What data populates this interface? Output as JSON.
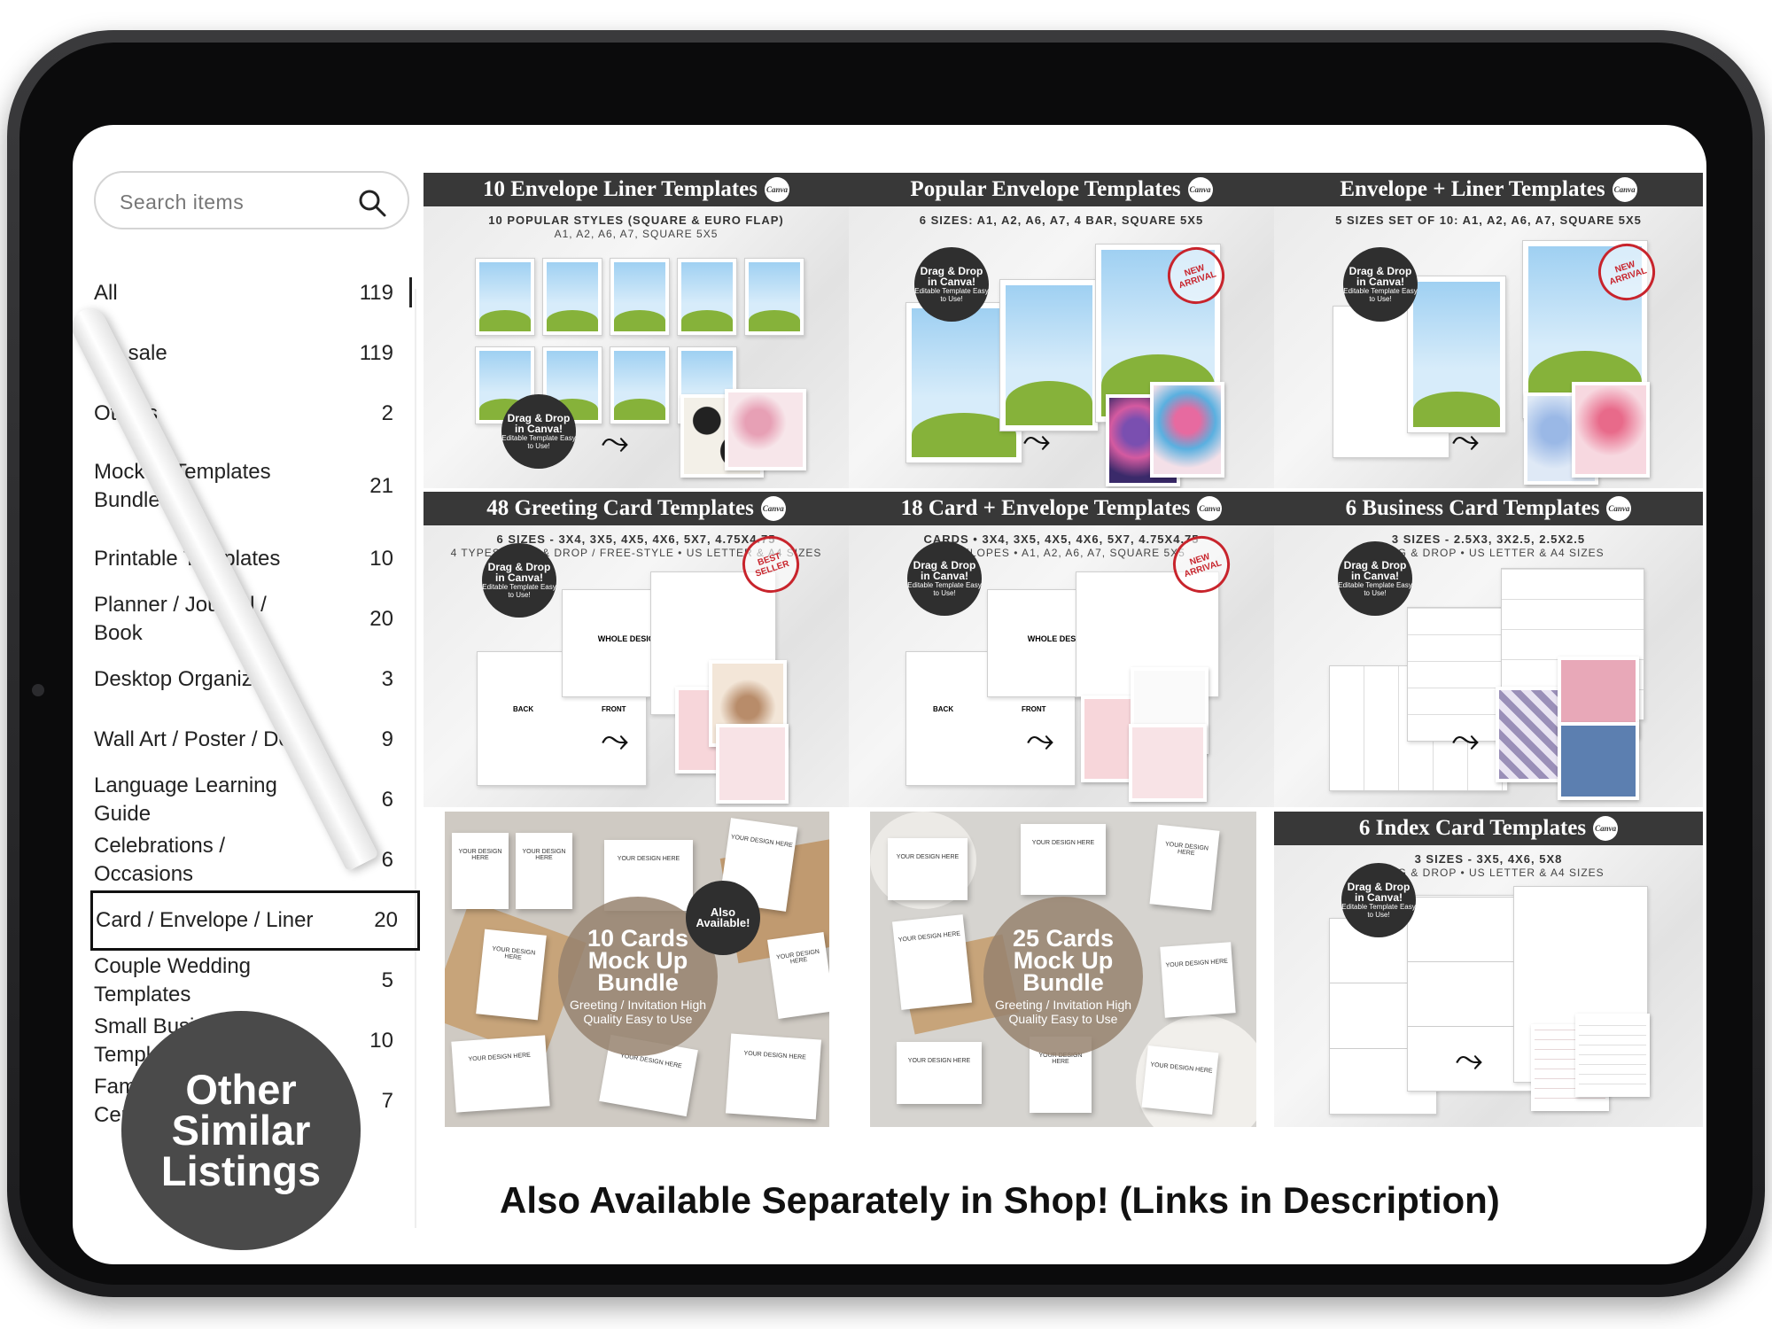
{
  "search": {
    "placeholder": "Search items"
  },
  "categories": [
    {
      "label": "All",
      "count": "119"
    },
    {
      "label": "On sale",
      "count": "119"
    },
    {
      "label": "Others",
      "count": "2"
    },
    {
      "label": "Mockup Templates\nBundles",
      "count": "21"
    },
    {
      "label": "Printable Templates",
      "count": "10"
    },
    {
      "label": "Planner / Journal / Book",
      "count": "20"
    },
    {
      "label": "Desktop Organizers",
      "count": "3"
    },
    {
      "label": "Wall Art / Poster / Deco",
      "count": "9"
    },
    {
      "label": "Language Learning Guide",
      "count": "6"
    },
    {
      "label": "Celebrations / Occasions",
      "count": "6"
    },
    {
      "label": "Card / Envelope / Liner",
      "count": "20"
    },
    {
      "label": "Couple Wedding Templates",
      "count": "5"
    },
    {
      "label": "Small Business Templates",
      "count": "10"
    },
    {
      "label": "Family Command Center",
      "count": "7"
    }
  ],
  "badge": {
    "text": "Other Similar Listings"
  },
  "canva_badge": "Canva",
  "drag_drop": {
    "title": "Drag & Drop in Canva!",
    "sub": "Editable Template Easy to Use!"
  },
  "tiles": [
    {
      "title": "10 Envelope Liner Templates",
      "sub1": "10 POPULAR STYLES (SQUARE & EURO FLAP)",
      "sub2": "A1, A2, A6, A7, SQUARE 5X5"
    },
    {
      "title": "Popular Envelope Templates",
      "sub1": "6 SIZES: A1, A2, A6, A7, 4 BAR, SQUARE 5X5",
      "sub2": ""
    },
    {
      "title": "Envelope + Liner Templates",
      "sub1": "5 SIZES SET OF 10: A1, A2, A6, A7, SQUARE 5X5",
      "sub2": ""
    },
    {
      "title": "48 Greeting Card Templates",
      "sub1": "6 SIZES - 3X4, 3X5, 4X5, 4X6, 5X7, 4.75X4.75",
      "sub2": "4 TYPES DRAG & DROP / FREE-STYLE • US LETTER & A4 SIZES"
    },
    {
      "title": "18 Card + Envelope Templates",
      "sub1": "CARDS • 3X4, 3X5, 4X5, 4X6, 5X7, 4.75X4.75",
      "sub2": "ENVELOPES • A1, A2, A6, A7, SQUARE 5X5"
    },
    {
      "title": "6 Business Card Templates",
      "sub1": "3 SIZES - 2.5X3, 3X2.5, 2.5X2.5",
      "sub2": "DRAG & DROP • US LETTER & A4 SIZES"
    },
    {
      "title": "6 Index Card Templates",
      "sub1": "3 SIZES - 3X5, 4X6, 5X8",
      "sub2": "DRAG & DROP • US LETTER & A4 SIZES"
    }
  ],
  "stamps": {
    "new": "NEW ARRIVAL",
    "best": "BEST SELLER"
  },
  "card_text": {
    "whole": "WHOLE DESIGN",
    "back": "BACK",
    "front": "FRONT",
    "your_design": "YOUR DESIGN HERE"
  },
  "mockups": [
    {
      "big": "10 Cards Mock Up Bundle",
      "small": "Greeting / Invitation High Quality Easy to Use",
      "also": "Also Available!"
    },
    {
      "big": "25 Cards Mock Up Bundle",
      "small": "Greeting / Invitation High Quality Easy to Use"
    }
  ],
  "footer": "Also Available Separately in Shop! (Links in Description)"
}
